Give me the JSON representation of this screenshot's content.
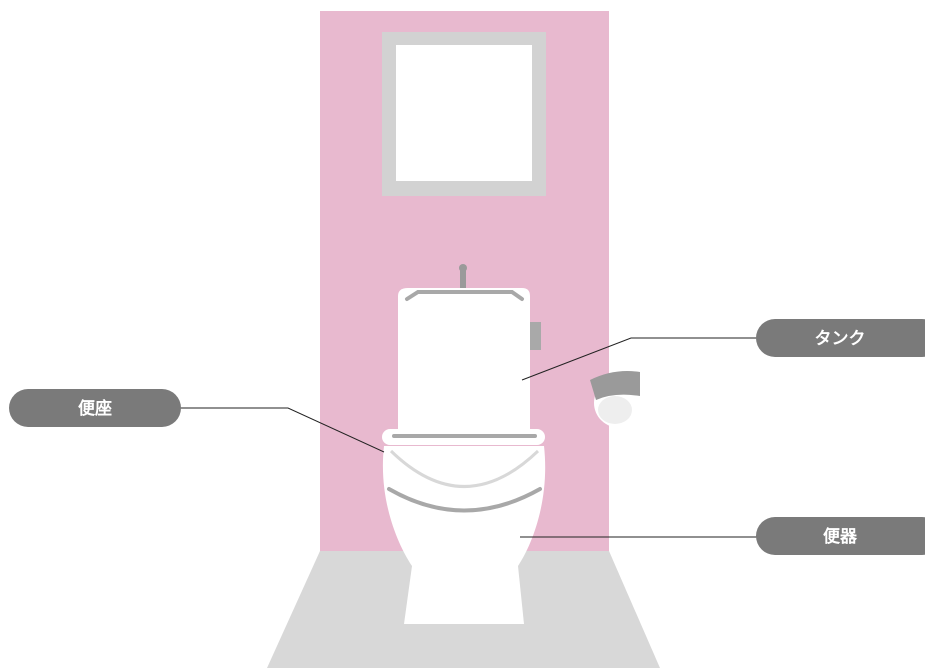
{
  "labels": {
    "seat": "便座",
    "tank": "タンク",
    "bowl": "便器"
  },
  "colors": {
    "wall": "#e8b9cf",
    "floor": "#d8d8d8",
    "fixture": "#ffffff",
    "trim": "#aaaaaa",
    "label_bg": "#7a7a7a",
    "label_text": "#ffffff",
    "leader": "#222222"
  }
}
